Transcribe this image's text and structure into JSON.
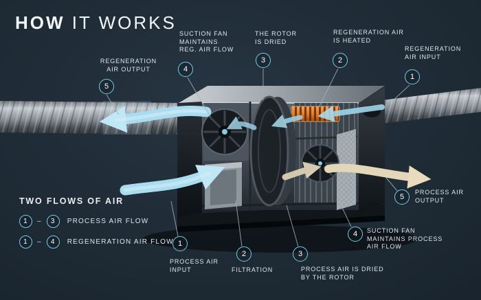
{
  "title": {
    "bold": "HOW",
    "rest": "IT WORKS"
  },
  "callouts": [
    {
      "number": "5",
      "lines": [
        "REGENERATION",
        "AIR OUTPUT"
      ]
    },
    {
      "number": "4",
      "lines": [
        "SUCTION FAN",
        "MAINTAINS",
        "REG. AIR FLOW"
      ]
    },
    {
      "number": "3",
      "lines": [
        "THE ROTOR",
        "IS DRIED"
      ]
    },
    {
      "number": "2",
      "lines": [
        "REGENERATION AIR",
        "IS HEATED"
      ]
    },
    {
      "number": "1",
      "lines": [
        "REGENERATION",
        "AIR INPUT"
      ]
    },
    {
      "number": "5",
      "lines": [
        "PROCESS AIR",
        "OUTPUT"
      ]
    },
    {
      "number": "4",
      "lines": [
        "SUCTION FAN",
        "MAINTAINS PROCESS",
        "AIR FLOW"
      ]
    },
    {
      "number": "3",
      "lines": [
        "PROCESS AIR IS DRIED",
        "BY THE ROTOR"
      ]
    },
    {
      "number": "2",
      "lines": [
        "FILTRATION"
      ]
    },
    {
      "number": "1",
      "lines": [
        "PROCESS AIR",
        "INPUT"
      ]
    }
  ],
  "legend": {
    "title": "TWO FLOWS OF AIR",
    "separator": "–",
    "rows": [
      {
        "from": "1",
        "to": "3",
        "label": "PROCESS AIR FLOW"
      },
      {
        "from": "1",
        "to": "4",
        "label": "REGENERATION AIR FLOW"
      }
    ]
  },
  "colors": {
    "background": "#1d2a35",
    "accent_cyan": "#79cde3",
    "label_text": "#dde6ec",
    "flow_blue": "#aadcef",
    "flow_tan": "#e4d6b8",
    "heater_orange": "#e07e2a"
  },
  "machine_parts": [
    "regen-output-duct",
    "regen-input-duct",
    "regen-fan",
    "rotor",
    "heater",
    "process-fan",
    "filtration-chamber",
    "filter-panel",
    "machine-base"
  ]
}
